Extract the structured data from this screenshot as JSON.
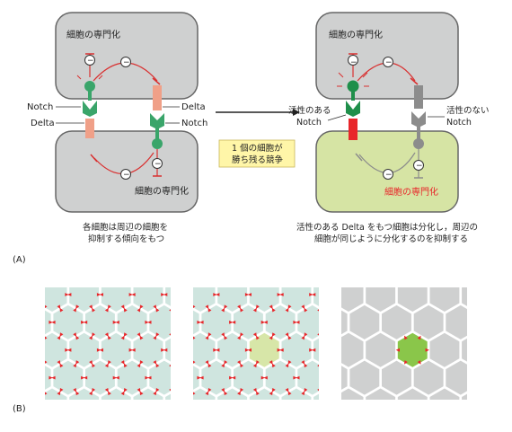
{
  "panel_a": {
    "label": "(A)",
    "left": {
      "top_cell_label": "細胞の専門化",
      "bottom_cell_label": "細胞の専門化",
      "notch_label": "Notch",
      "delta_left_label": "Delta",
      "delta_right_label": "Delta",
      "notch_right_label": "Notch",
      "caption_line1": "各細胞は周辺の細胞を",
      "caption_line2": "抑制する傾向をもつ"
    },
    "arrow_box_line1": "1 個の細胞が",
    "arrow_box_line2": "勝ち残る競争",
    "right": {
      "top_cell_label": "細胞の専門化",
      "bottom_cell_label": "細胞の専門化",
      "active_label_line1": "活性のある",
      "active_label_line2": "Notch",
      "inactive_label_line1": "活性のない",
      "inactive_label_line2": "Notch",
      "caption_line1": "活性のある Delta をもつ細胞は分化し，周辺の",
      "caption_line2": "細胞が同じように分化するのを抑制する"
    },
    "inhibit_symbol": "−"
  },
  "panel_b": {
    "label": "(B)"
  },
  "colors": {
    "cell_gray": "#cfd0d0",
    "cell_active": "#d6e4a4",
    "notch_green": "#3aa56a",
    "delta_salmon": "#f0a088",
    "active_red": "#e8262a",
    "inactive_gray": "#8c8c8c",
    "hex_blue": "#cfe5df",
    "hex_light_green": "#d7e6a8",
    "hex_green": "#8ac64a"
  }
}
